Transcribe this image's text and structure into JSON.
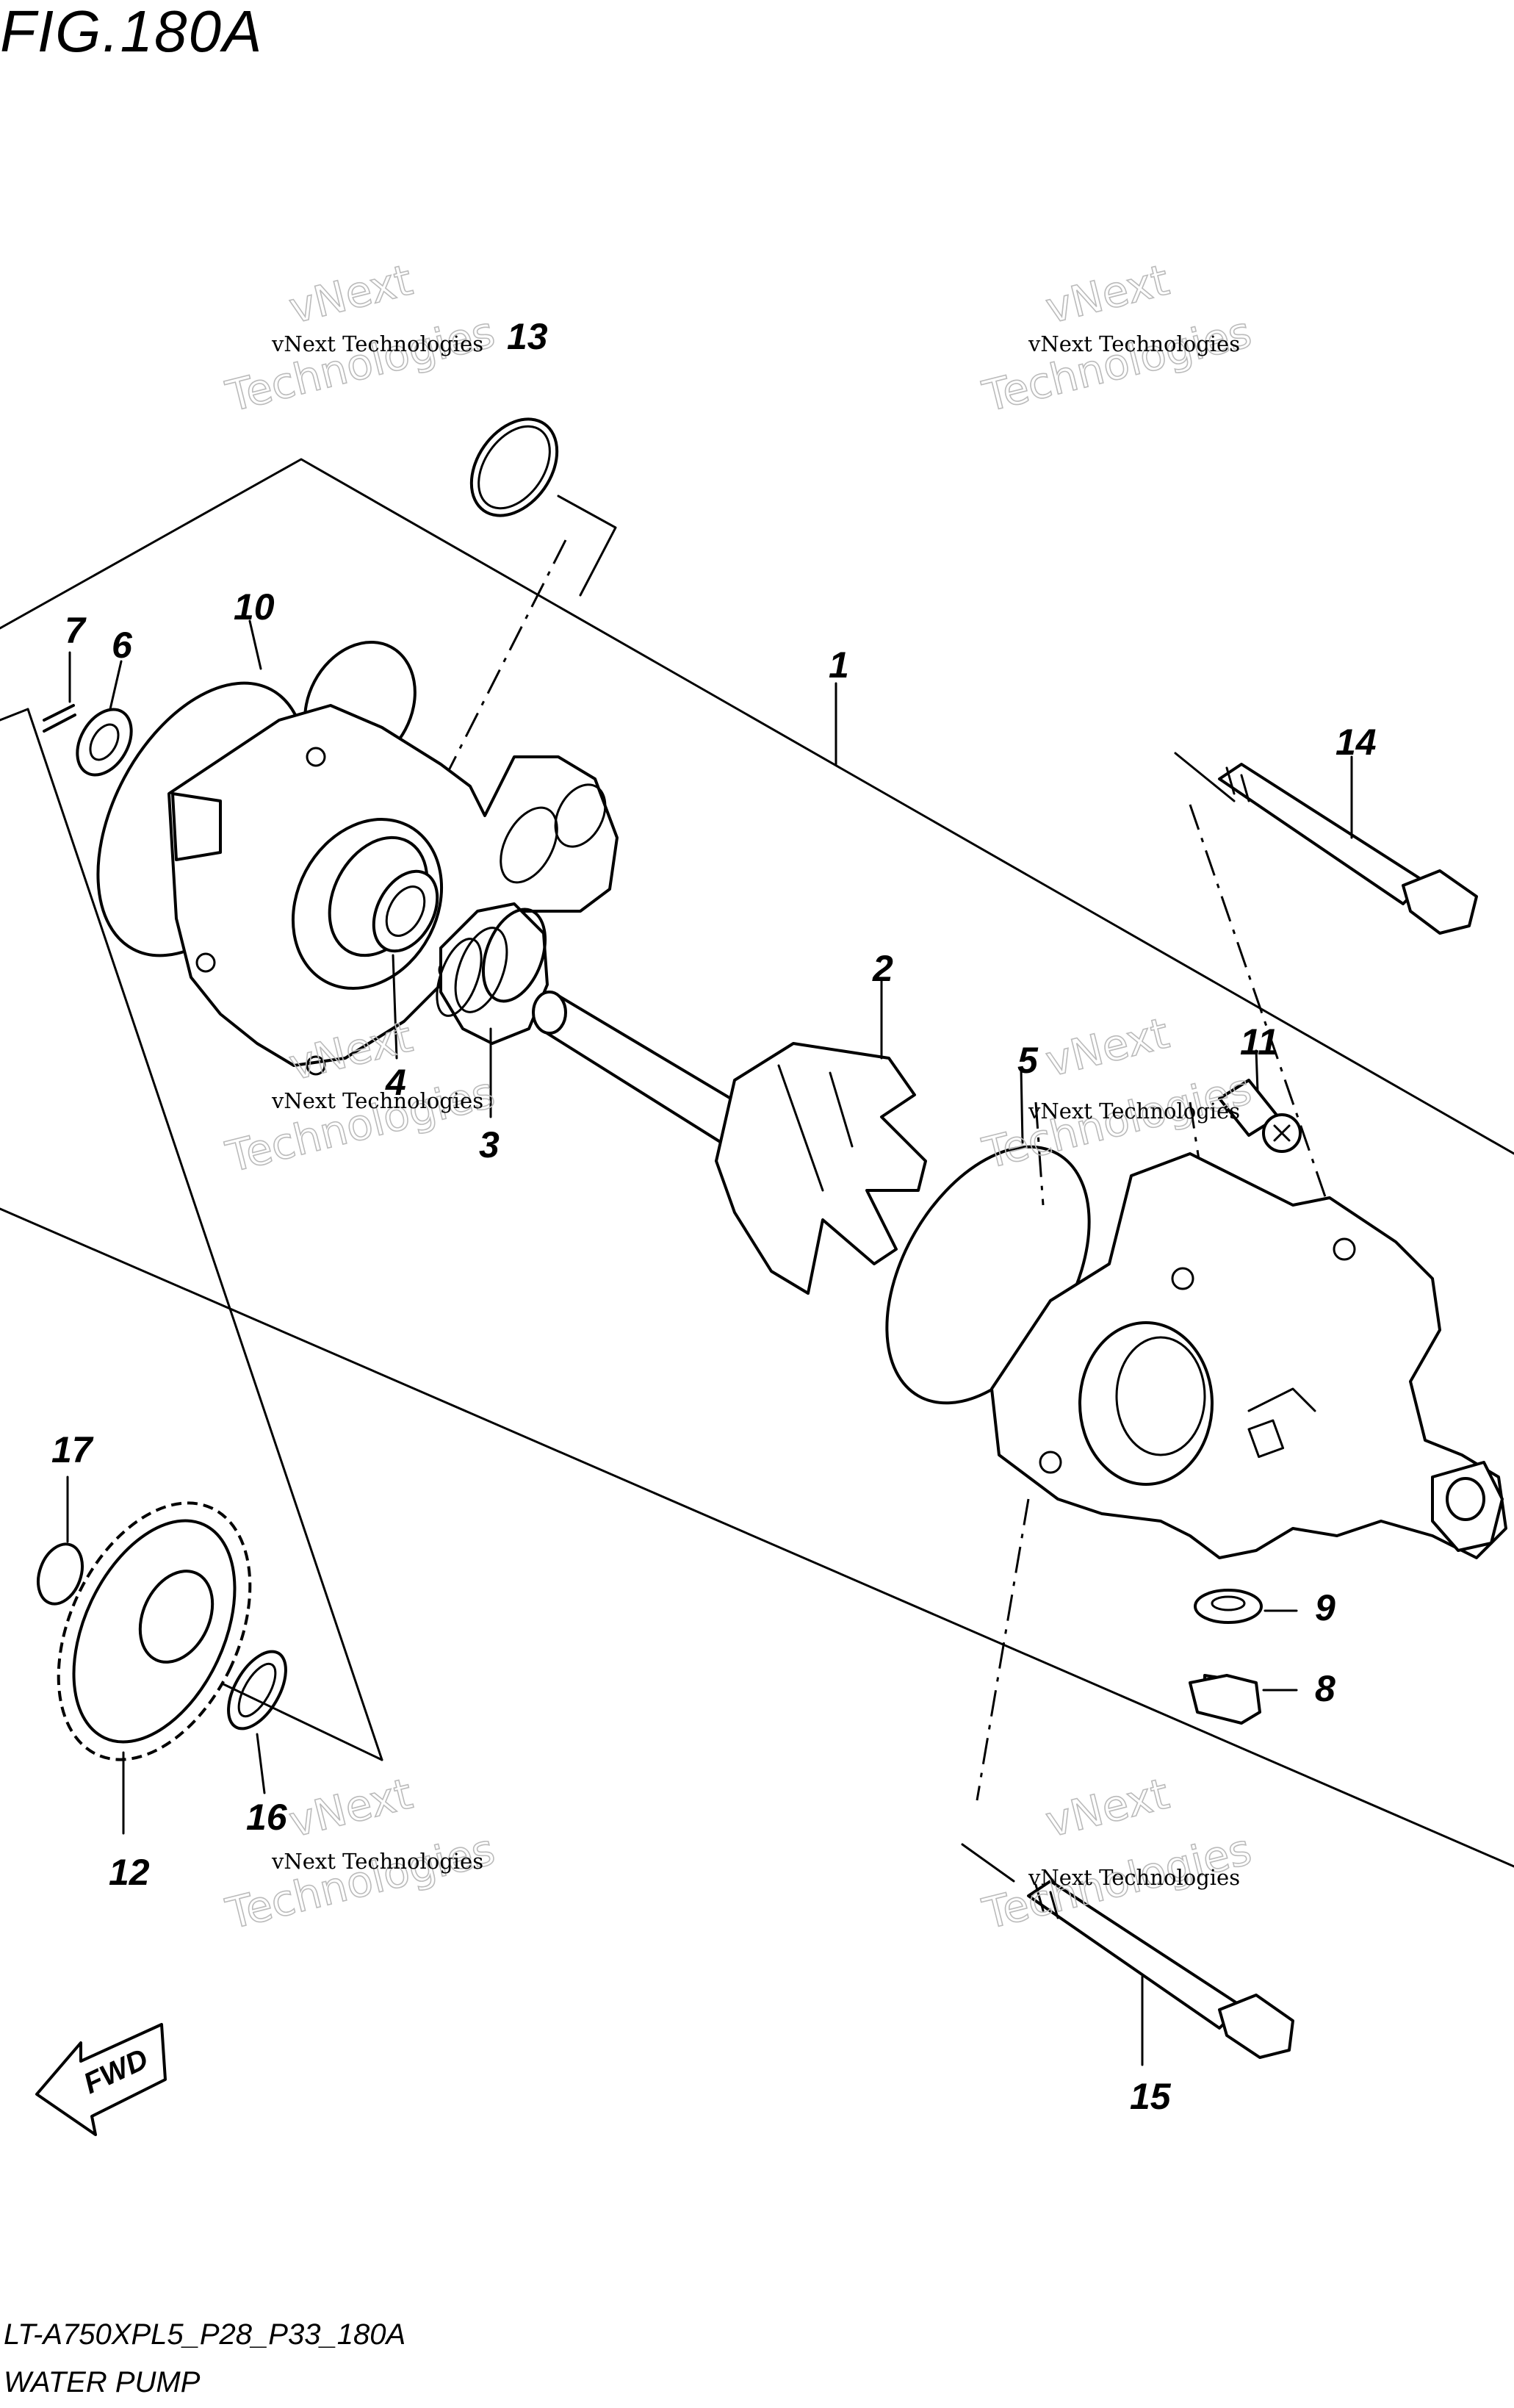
{
  "figure": {
    "title": "FIG.180A",
    "model_code": "LT-A750XPL5_P28_P33_180A",
    "name": "WATER PUMP"
  },
  "watermark": {
    "line1": "vNext Technologies",
    "line2": "vNext",
    "line3": "Technologies"
  },
  "callouts": [
    "1",
    "2",
    "3",
    "4",
    "5",
    "6",
    "7",
    "8",
    "9",
    "10",
    "11",
    "12",
    "13",
    "14",
    "15",
    "16",
    "17"
  ],
  "direction_arrow": {
    "label": "FWD"
  }
}
